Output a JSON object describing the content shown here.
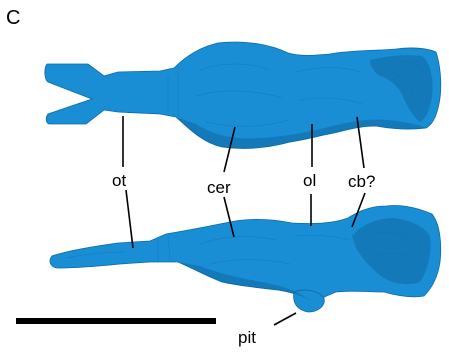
{
  "panel_letter": "C",
  "labels": {
    "ot": "ot",
    "cer": "cer",
    "ol": "ol",
    "cb": "cb?",
    "pit": "pit"
  },
  "colors": {
    "endocast": "#1a8ed4",
    "background": "#ffffff",
    "text": "#000000"
  }
}
